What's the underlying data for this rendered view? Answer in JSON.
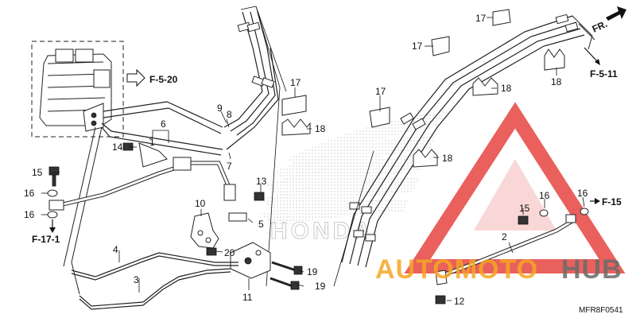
{
  "diagram": {
    "code": "MFR8F0541",
    "front_indicator": "FR.",
    "refs": {
      "f520": "F-5-20",
      "f511": "F-5-11",
      "f171": "F-17-1",
      "f15": "F-15"
    },
    "callouts": {
      "n1": "1",
      "n2": "2",
      "n3": "3",
      "n4": "4",
      "n5": "5",
      "n6": "6",
      "n7": "7",
      "n8": "8",
      "n9": "9",
      "n10": "10",
      "n11": "11",
      "n12": "12",
      "n13": "13",
      "n14": "14",
      "n15a": "15",
      "n15b": "15",
      "n16a": "16",
      "n16b": "16",
      "n16c": "16",
      "n16d": "16",
      "n17a": "17",
      "n17b": "17",
      "n17c": "17",
      "n17d": "17",
      "n18a": "18",
      "n18b": "18",
      "n18c": "18",
      "n18d": "18",
      "n19a": "19",
      "n19b": "19",
      "n20": "20"
    },
    "watermark": {
      "brand_part1": "AUTOMOTO",
      "brand_part2": "HUB",
      "bg_word": "HONDA",
      "accent_red": "#e53935",
      "accent_orange": "#f5a623",
      "accent_gray": "#6b6b6b"
    }
  }
}
